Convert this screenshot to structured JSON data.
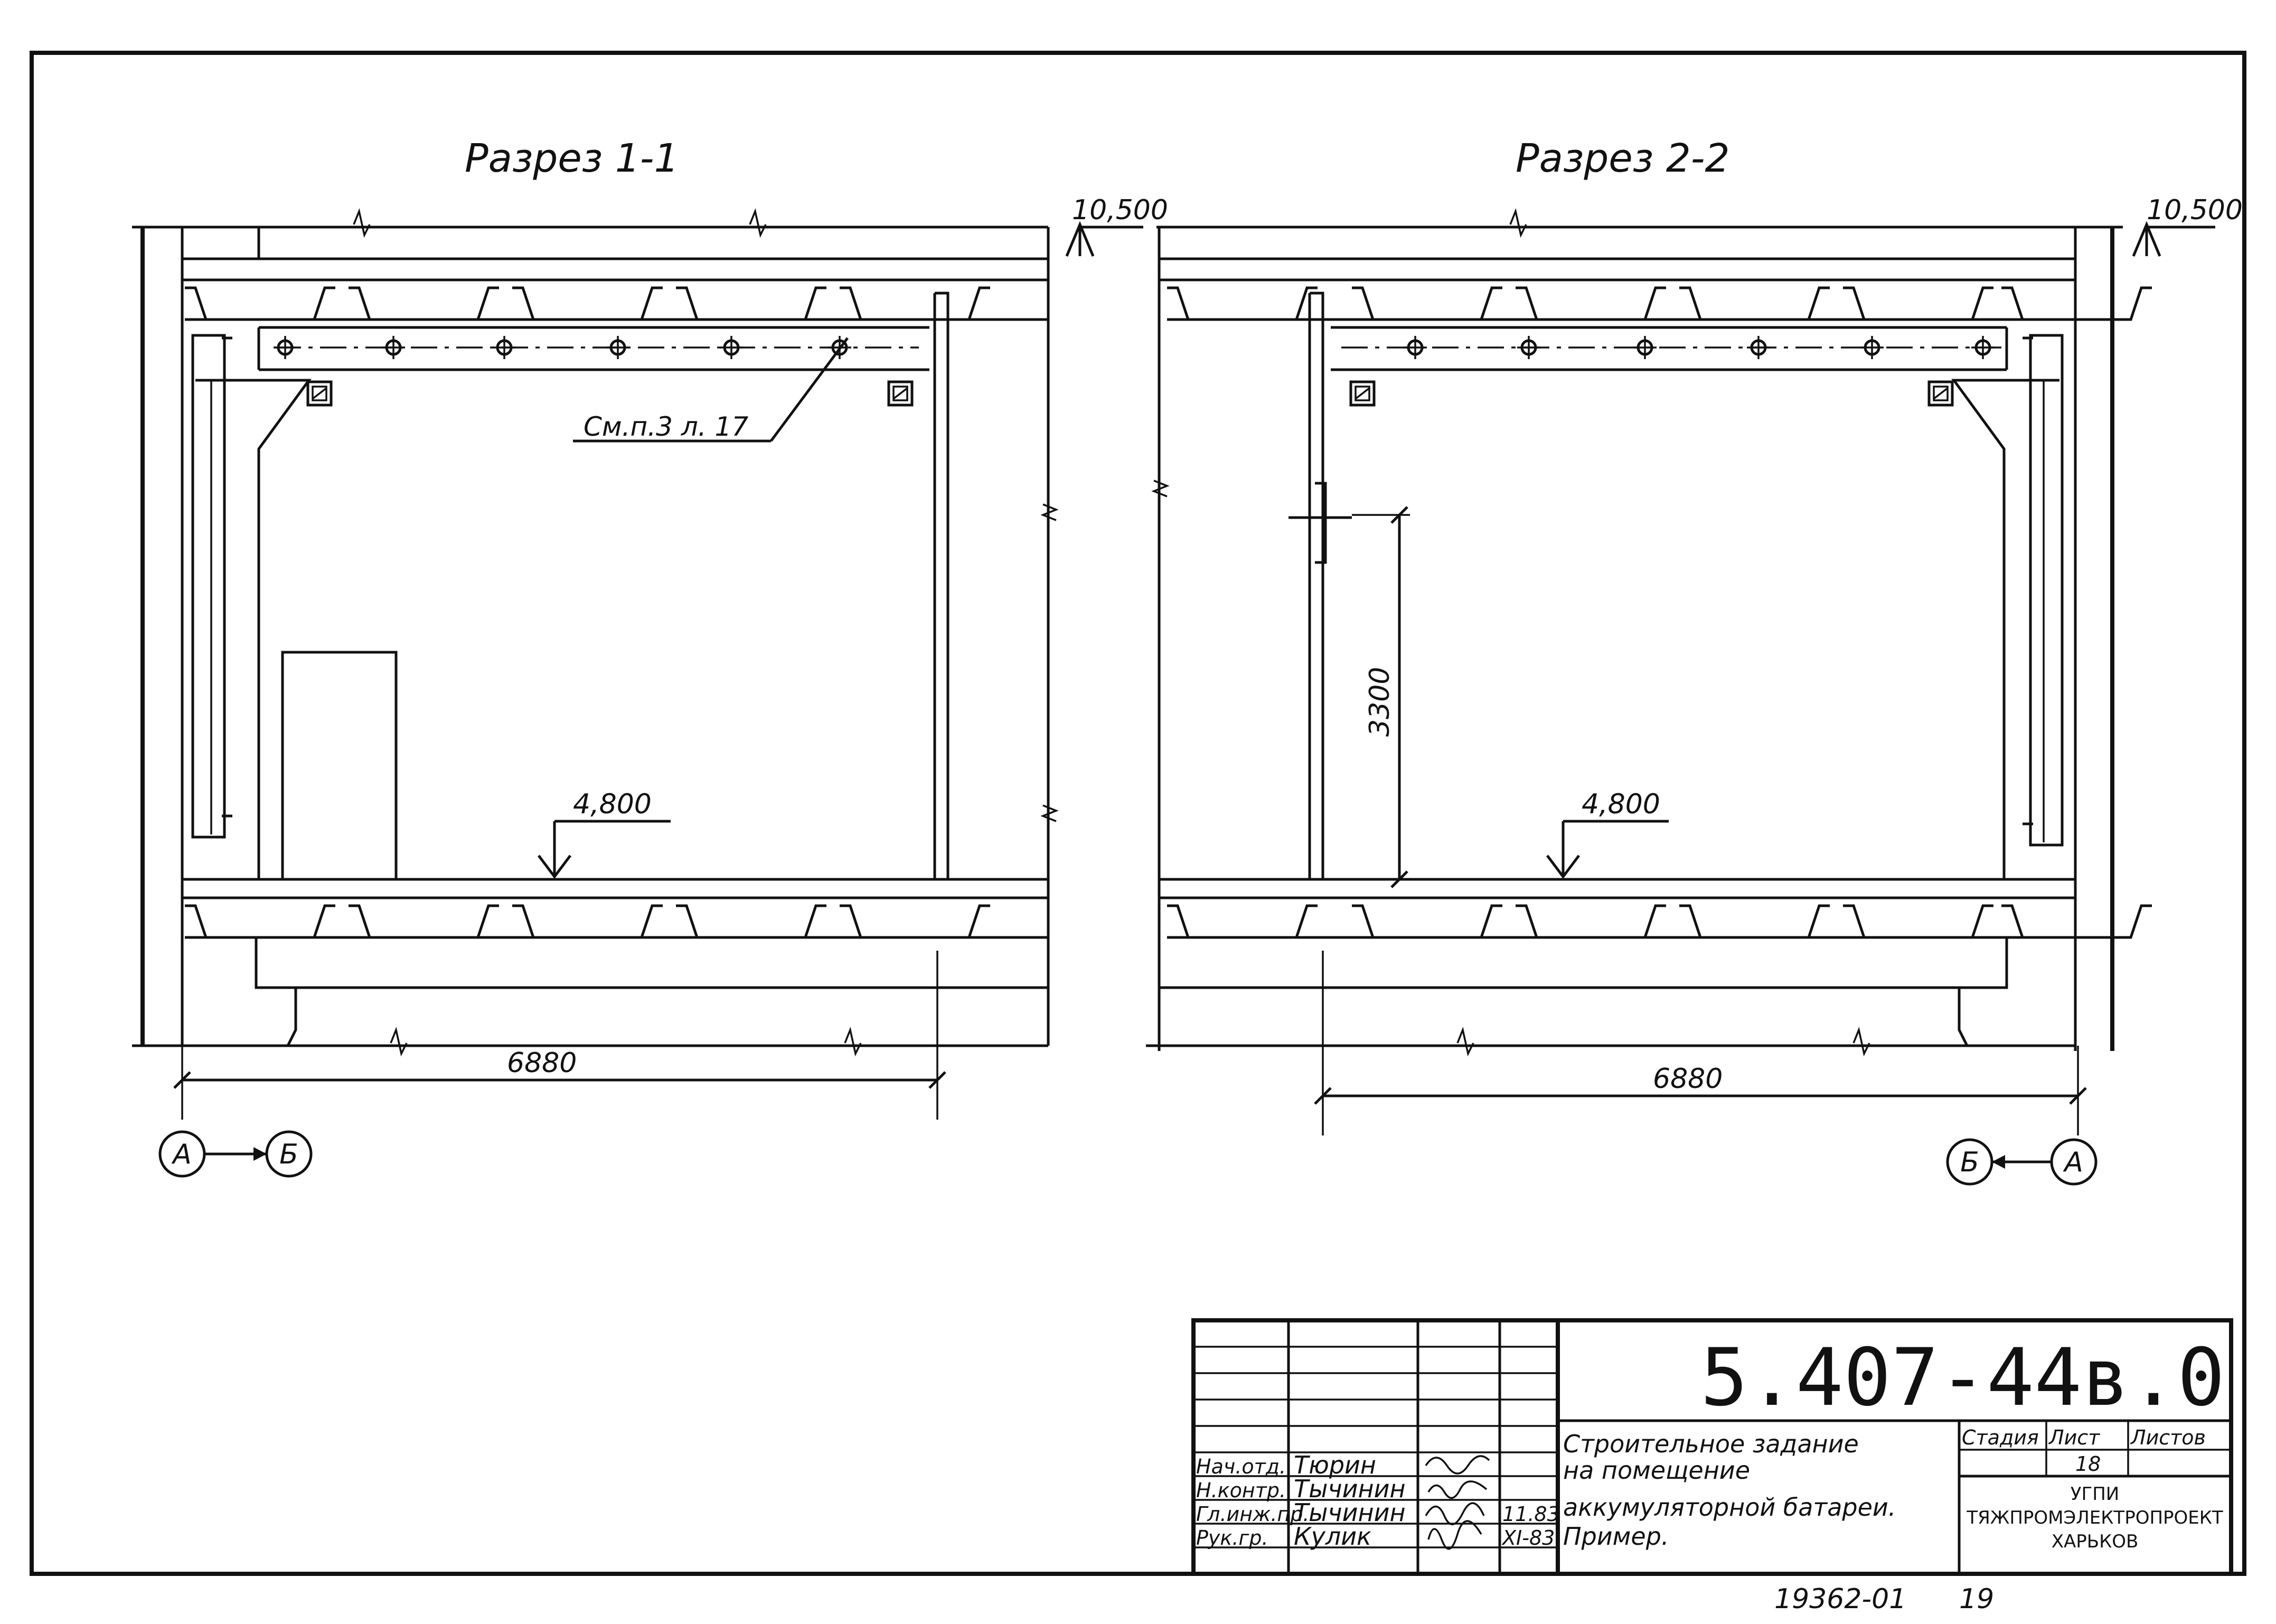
{
  "sections": [
    {
      "title": "Разрез 1-1",
      "elevation_top": "10,500",
      "elevation_floor": "4,800",
      "span_dim": "6880",
      "note": "См.п.3 л. 17",
      "axis_from": "А",
      "axis_to": "Б"
    },
    {
      "title": "Разрез 2-2",
      "elevation_top": "10,500",
      "elevation_floor": "4,800",
      "span_dim": "6880",
      "height_dim": "3300",
      "axis_from": "Б",
      "axis_to": "А"
    }
  ],
  "title_block": {
    "doc_code": "5.407-44в.0",
    "description": [
      "Строительное задание",
      "на помещение",
      "аккумуляторной батареи.",
      "Пример."
    ],
    "headers": {
      "stage": "Стадия",
      "sheet": "Лист",
      "sheets": "Листов"
    },
    "sheet_number": "18",
    "organization": [
      "УГПИ",
      "ТЯЖПРОМЭЛЕКТРОПРОЕКТ",
      "ХАРЬКОВ"
    ],
    "signatures": [
      {
        "role": "Нач.отд.",
        "name": "Тюрин",
        "date": ""
      },
      {
        "role": "Н.контр.",
        "name": "Тычинин",
        "date": ""
      },
      {
        "role": "Гл.инж.пр.",
        "name": "Тычинин",
        "date": "11.83"
      },
      {
        "role": "Рук.гр.",
        "name": "Кулик",
        "date": "XI-83"
      }
    ]
  },
  "footer": {
    "archive_number": "19362-01",
    "page_number": "19"
  }
}
